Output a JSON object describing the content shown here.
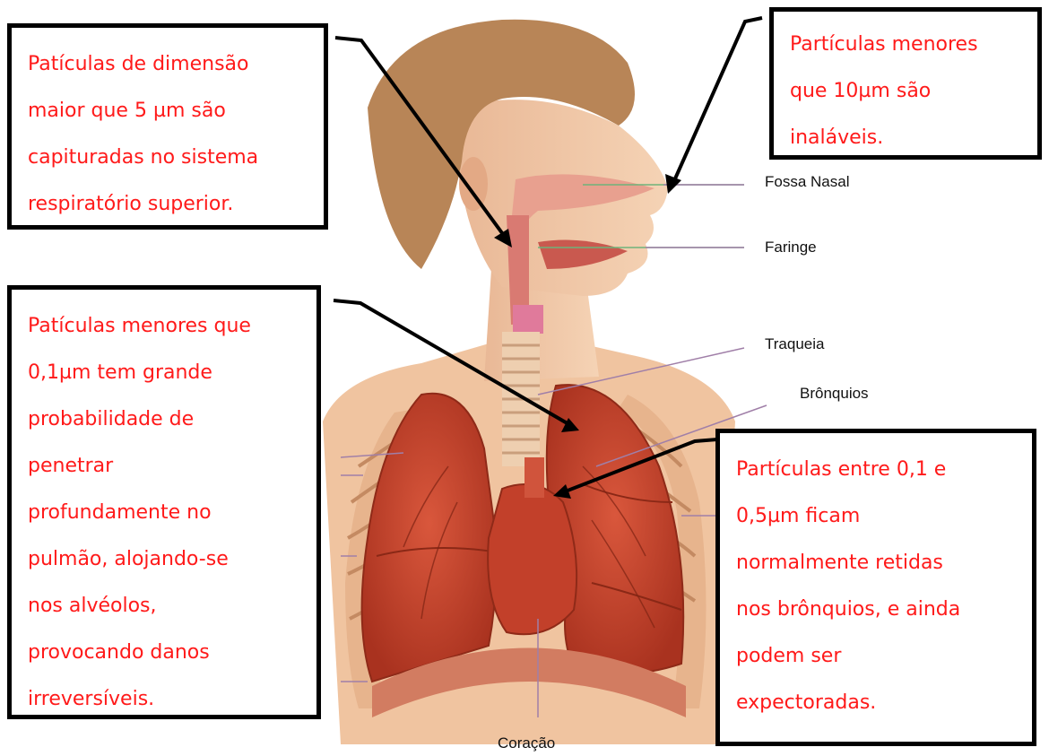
{
  "colors": {
    "callout_text": "#ff1a1a",
    "callout_border": "#000000",
    "label_text": "#111111",
    "lung": "#c8452e",
    "skin": "#f2c9a6",
    "hair": "#b98a5e"
  },
  "callouts": {
    "upper_left": [
      "Patículas de dimensão",
      "maior que 5 µm são",
      "capituradas no sistema",
      "respiratório superior."
    ],
    "upper_right": [
      "Partículas menores",
      "que 10µm são",
      "inaláveis."
    ],
    "lower_left": [
      "Patículas menores que",
      "0,1µm tem grande",
      "probabilidade de",
      "penetrar",
      "profundamente no",
      "pulmão, alojando-se",
      "nos alvéolos,",
      "provocando danos",
      "irreversíveis."
    ],
    "lower_right": [
      "Partículas entre 0,1 e",
      "0,5µm ficam",
      "normalmente retidas",
      "nos brônquios, e ainda",
      "podem ser",
      "expectoradas."
    ]
  },
  "labels": {
    "fossa_nasal": "Fossa Nasal",
    "faringe": "Faringe",
    "traqueia": "Traqueia",
    "bronquios": "Brônquios",
    "coracao": "Coração"
  }
}
